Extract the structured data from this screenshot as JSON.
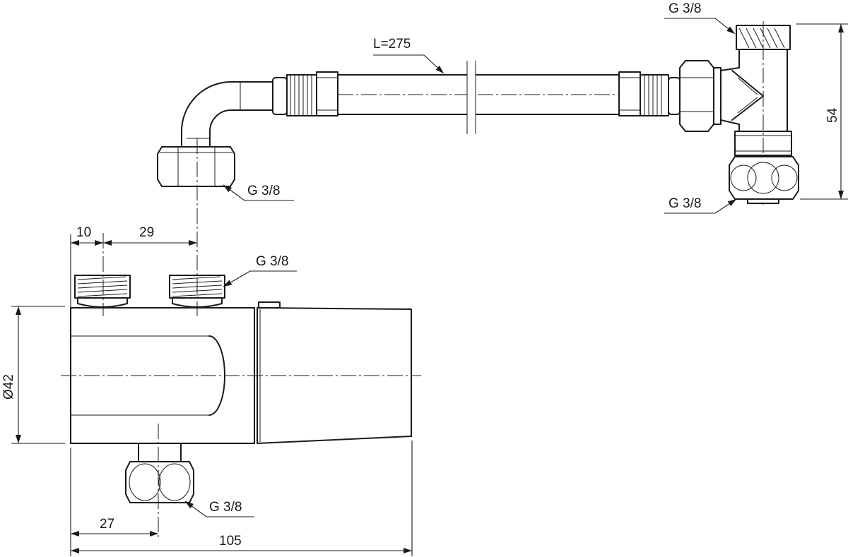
{
  "hose": {
    "length_label": "L=275"
  },
  "threads": {
    "elbow_nut": "G 3/8",
    "tee_top": "G 3/8",
    "tee_bottom": "G 3/8",
    "top_outlets": "G 3/8",
    "bottom_outlet": "G 3/8"
  },
  "dimensions": {
    "outlet_left_offset": "10",
    "outlet_spacing": "29",
    "body_diameter": "Ø42",
    "bottom_outlet_offset": "27",
    "overall_length": "105",
    "tee_height": "54"
  }
}
